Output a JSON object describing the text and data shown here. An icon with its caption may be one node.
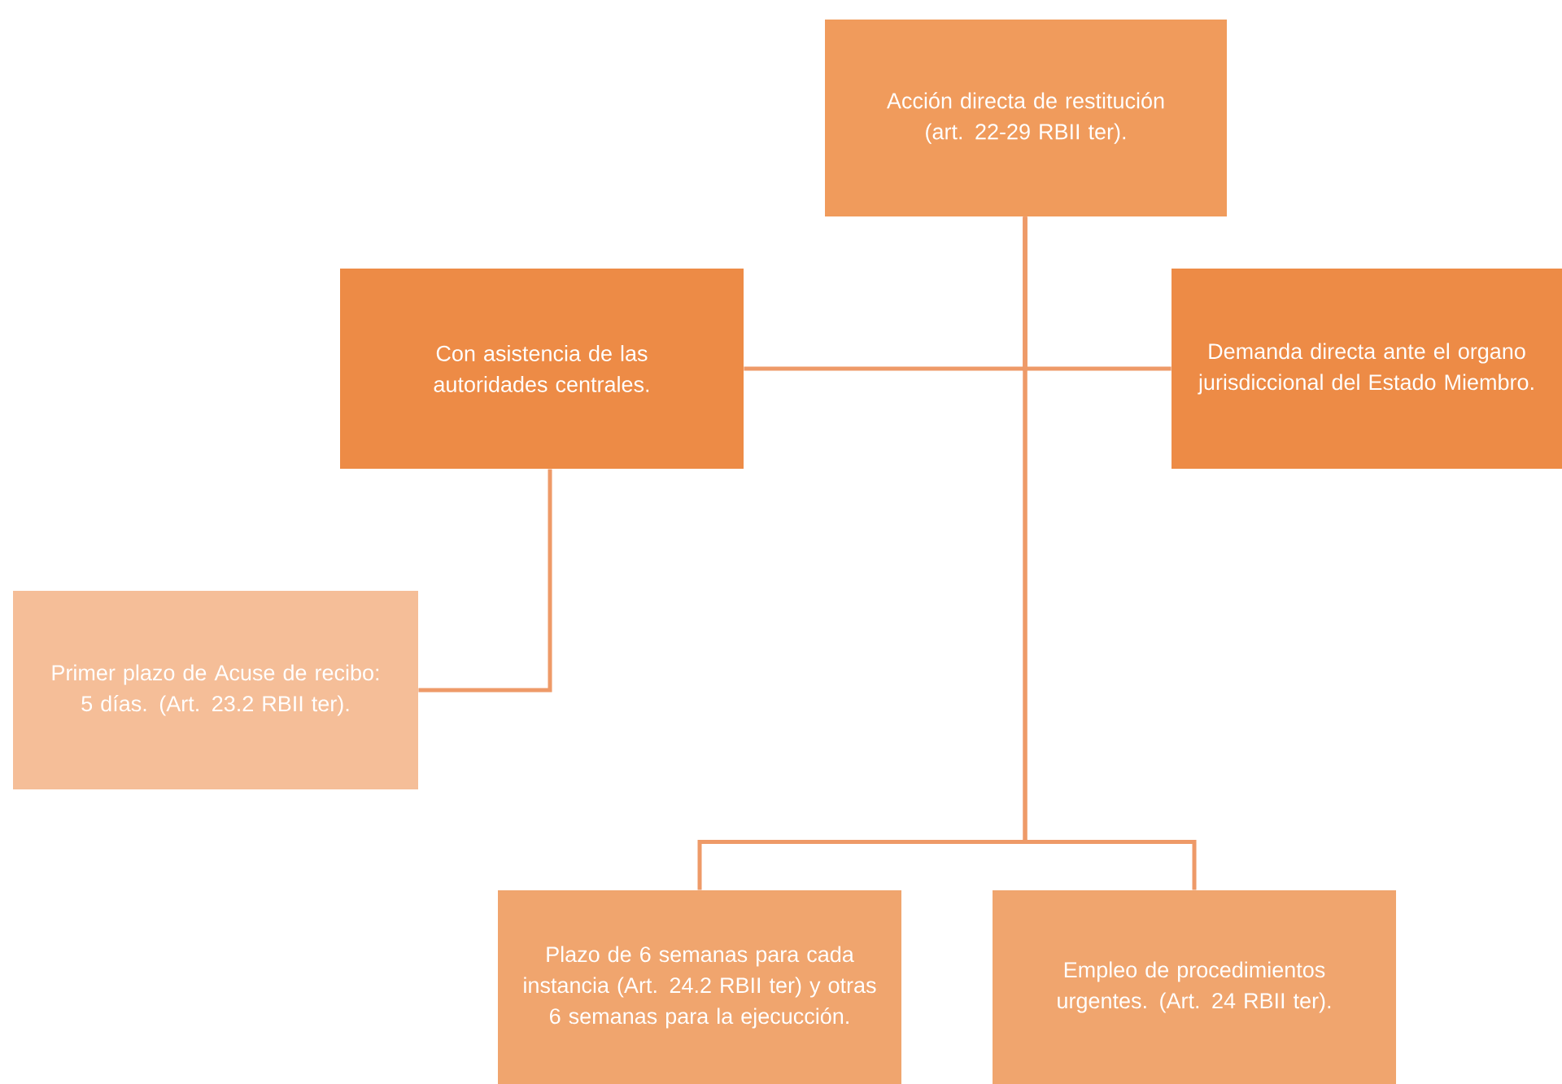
{
  "diagram": {
    "nodes": [
      {
        "text": [
          "Acción directa de restitución (art. 22-29 RBII ter)."
        ]
      },
      {
        "text": [
          "Con asistencia de las autoridades centrales."
        ]
      },
      {
        "text": [
          "Demanda directa ante el organo jurisdiccional del Estado Miembro."
        ]
      },
      {
        "text": [
          "Primer plazo de Acuse de recibo: 5 días. (Art. 23.2 RBII ter)."
        ]
      },
      {
        "text": [
          "Plazo de 6 semanas para cada instancia (Art. 24.2 RBII ter) y otras 6 semanas para la ejecucción."
        ]
      },
      {
        "text": [
          "Empleo de procedimientos urgentes. (Art. 24 RBII ter)."
        ]
      }
    ],
    "edges": [
      {
        "from": 0,
        "to": 1,
        "arrow": "none"
      },
      {
        "from": 0,
        "to": 2,
        "arrow": "none"
      },
      {
        "from": 1,
        "to": 3,
        "arrow": "none"
      },
      {
        "from": 0,
        "to": 4,
        "arrow": "none"
      },
      {
        "from": 0,
        "to": 5,
        "arrow": "none"
      }
    ]
  }
}
